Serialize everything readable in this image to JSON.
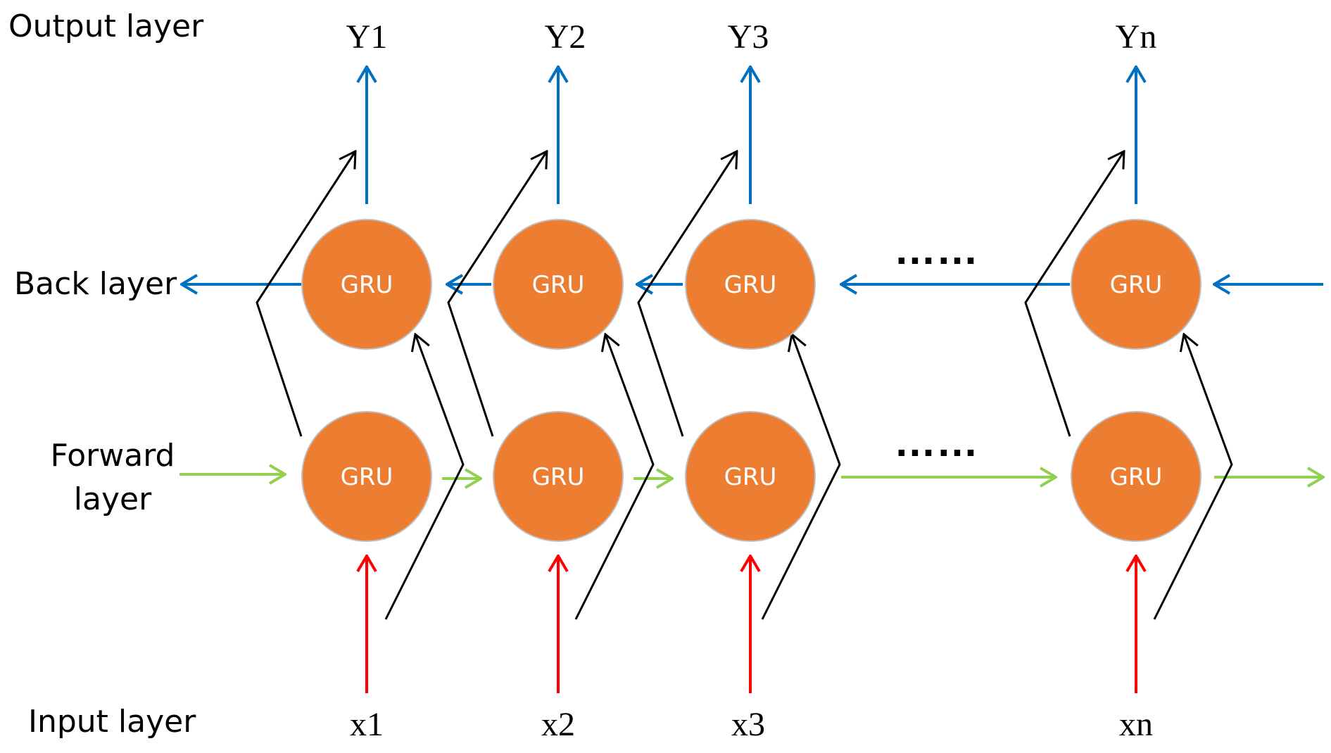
{
  "layer_labels": {
    "output": "Output layer",
    "back": "Back layer",
    "forward_line1": "Forward",
    "forward_line2": "layer",
    "input": "Input layer"
  },
  "columns": [
    {
      "input": "x1",
      "output": "Y1",
      "back_cell": "GRU",
      "forward_cell": "GRU"
    },
    {
      "input": "x2",
      "output": "Y2",
      "back_cell": "GRU",
      "forward_cell": "GRU"
    },
    {
      "input": "x3",
      "output": "Y3",
      "back_cell": "GRU",
      "forward_cell": "GRU"
    },
    {
      "input": "xn",
      "output": "Yn",
      "back_cell": "GRU",
      "forward_cell": "GRU"
    }
  ],
  "ellipsis": {
    "back": "……",
    "forward": "……"
  },
  "colors": {
    "cell_fill": "#ED7D31",
    "cell_stroke": "#BFBFBF",
    "output_arrow": "#0070C0",
    "back_arrow": "#0070C0",
    "forward_arrow": "#92D050",
    "input_arrow": "#FF0000",
    "cross_arrow": "#000000"
  }
}
